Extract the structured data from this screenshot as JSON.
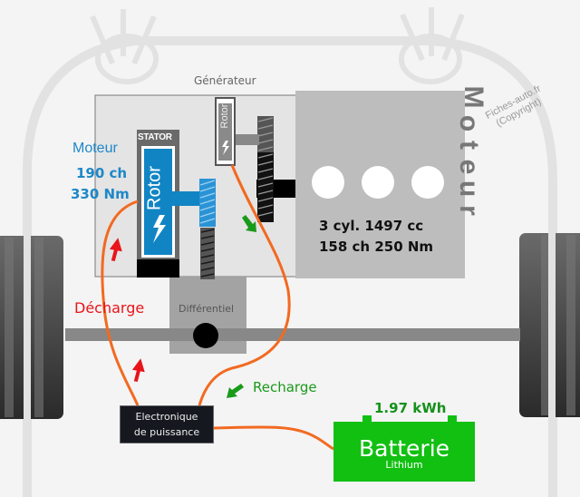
{
  "diagram": {
    "title_generator": "Générateur",
    "electric_motor": {
      "label": "Moteur",
      "power": "190 ch",
      "torque": "330 Nm",
      "stator_label": "STATOR",
      "rotor_label": "Rotor",
      "color": "#1e88c8"
    },
    "generator": {
      "rotor_label": "Rotor"
    },
    "combustion_engine": {
      "label": "Moteur",
      "cylinders_count": 3,
      "spec_line1": "3 cyl. 1497 cc",
      "spec_line2": "158 ch 250 Nm"
    },
    "differential": {
      "label": "Différentiel"
    },
    "flows": {
      "discharge_label": "Décharge",
      "discharge_color": "#e8141a",
      "recharge_label": "Recharge",
      "recharge_color": "#1a9a1a",
      "cable_color": "#f26a21"
    },
    "power_electronics": {
      "line1": "Electronique",
      "line2": "de puissance"
    },
    "battery": {
      "capacity": "1.97 kWh",
      "label": "Batterie",
      "type": "Lithium",
      "color": "#12c012"
    },
    "watermark": {
      "line1": "Fiches-auto.fr",
      "line2": "(Copyright)"
    }
  }
}
